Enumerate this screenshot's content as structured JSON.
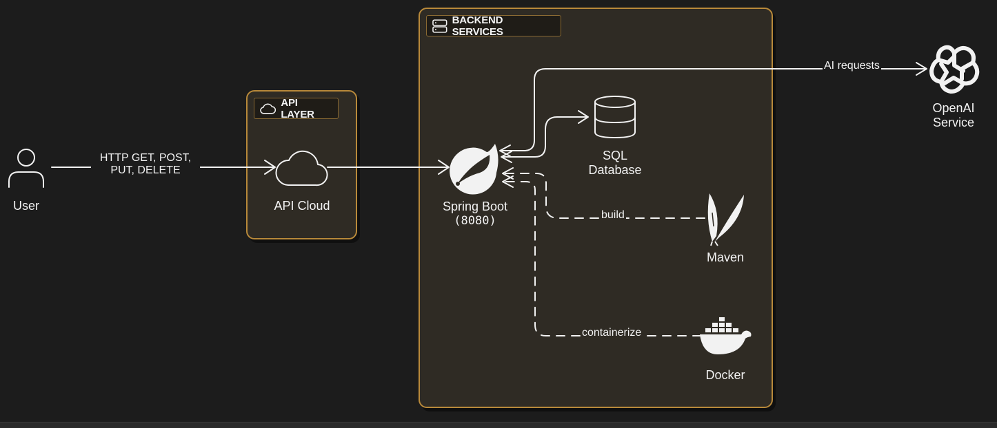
{
  "groups": {
    "backend": {
      "label": "BACKEND SERVICES",
      "icon": "server-icon"
    },
    "api_layer": {
      "label": "API LAYER",
      "icon": "cloud-outline-icon"
    }
  },
  "nodes": {
    "user": {
      "label": "User",
      "icon": "user-icon"
    },
    "api_cloud": {
      "label": "API Cloud",
      "icon": "cloud-icon"
    },
    "spring_boot": {
      "label": "Spring Boot",
      "sublabel": "(8080)",
      "icon": "spring-leaf-icon"
    },
    "sql_db": {
      "label_line1": "SQL",
      "label_line2": "Database",
      "icon": "database-icon"
    },
    "maven": {
      "label": "Maven",
      "icon": "feather-icon"
    },
    "docker": {
      "label": "Docker",
      "icon": "docker-whale-icon"
    },
    "openai": {
      "label_line1": "OpenAI",
      "label_line2": "Service",
      "icon": "openai-icon"
    }
  },
  "edges": {
    "user_to_api": {
      "label_line1": "HTTP GET, POST,",
      "label_line2": "PUT, DELETE"
    },
    "ai_requests": {
      "label": "AI requests"
    },
    "build": {
      "label": "build"
    },
    "containerize": {
      "label": "containerize"
    }
  },
  "colors": {
    "background": "#1c1c1c",
    "group_border": "#b8893a",
    "group_fill": "#2f2b24",
    "line": "#f2f2f2"
  }
}
